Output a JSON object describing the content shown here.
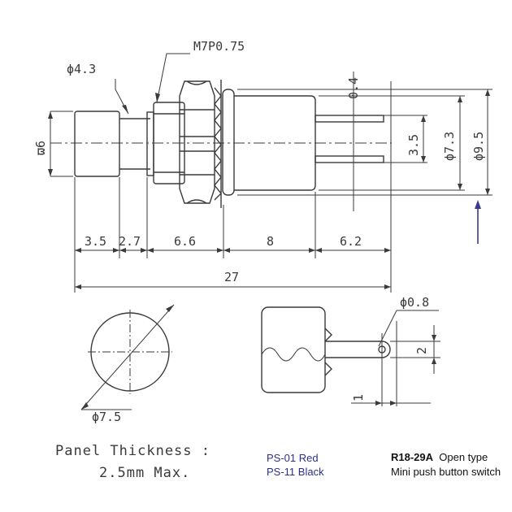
{
  "drawing": {
    "dimensions": {
      "thread": "M7P0.75",
      "cap_diameter": "ϕ4.3",
      "body_diameter": "ϖ6",
      "terminal_gap_top": "0.4",
      "terminal_pitch": "3.5",
      "housing_diameter": "ϕ7.3",
      "flange_diameter": "ϕ9.5",
      "seg_1": "3.5",
      "seg_2": "2.7",
      "seg_3": "6.6",
      "seg_4": "8",
      "seg_5": "6.2",
      "total_length": "27",
      "panel_hole": "ϕ7.5",
      "terminal_hole": "ϕ0.8",
      "terminal_width": "2",
      "terminal_offset": "1"
    },
    "notes": {
      "panel_thickness_line1": "Panel Thickness :",
      "panel_thickness_line2": "2.5mm Max.",
      "variant_red": "PS-01 Red",
      "variant_black": "PS-11 Black",
      "model_code": "R18-29A",
      "model_type": "Open type",
      "model_desc": "Mini push button switch"
    },
    "colors": {
      "line": "#3a3a3a",
      "variant_text": "#2d2f8e",
      "arrow": "#3b3a8c"
    }
  }
}
